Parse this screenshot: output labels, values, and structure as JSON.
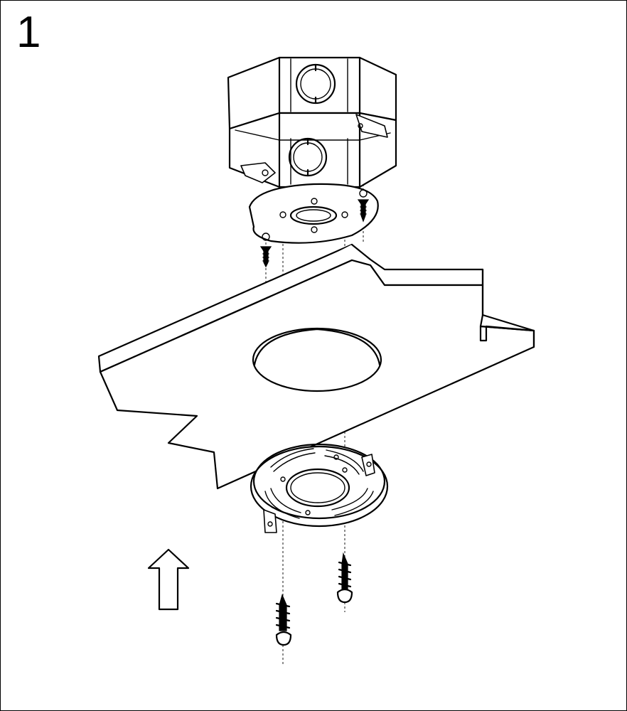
{
  "step": {
    "number": "1"
  },
  "parts": {
    "junction_box": "junction-box",
    "box_plate": "mounting-plate",
    "ceiling": "ceiling-panel",
    "crossbar": "mounting-bracket",
    "screws": "screw",
    "arrow": "arrow-up"
  },
  "colors": {
    "line": "#000000",
    "fill": "#ffffff"
  }
}
